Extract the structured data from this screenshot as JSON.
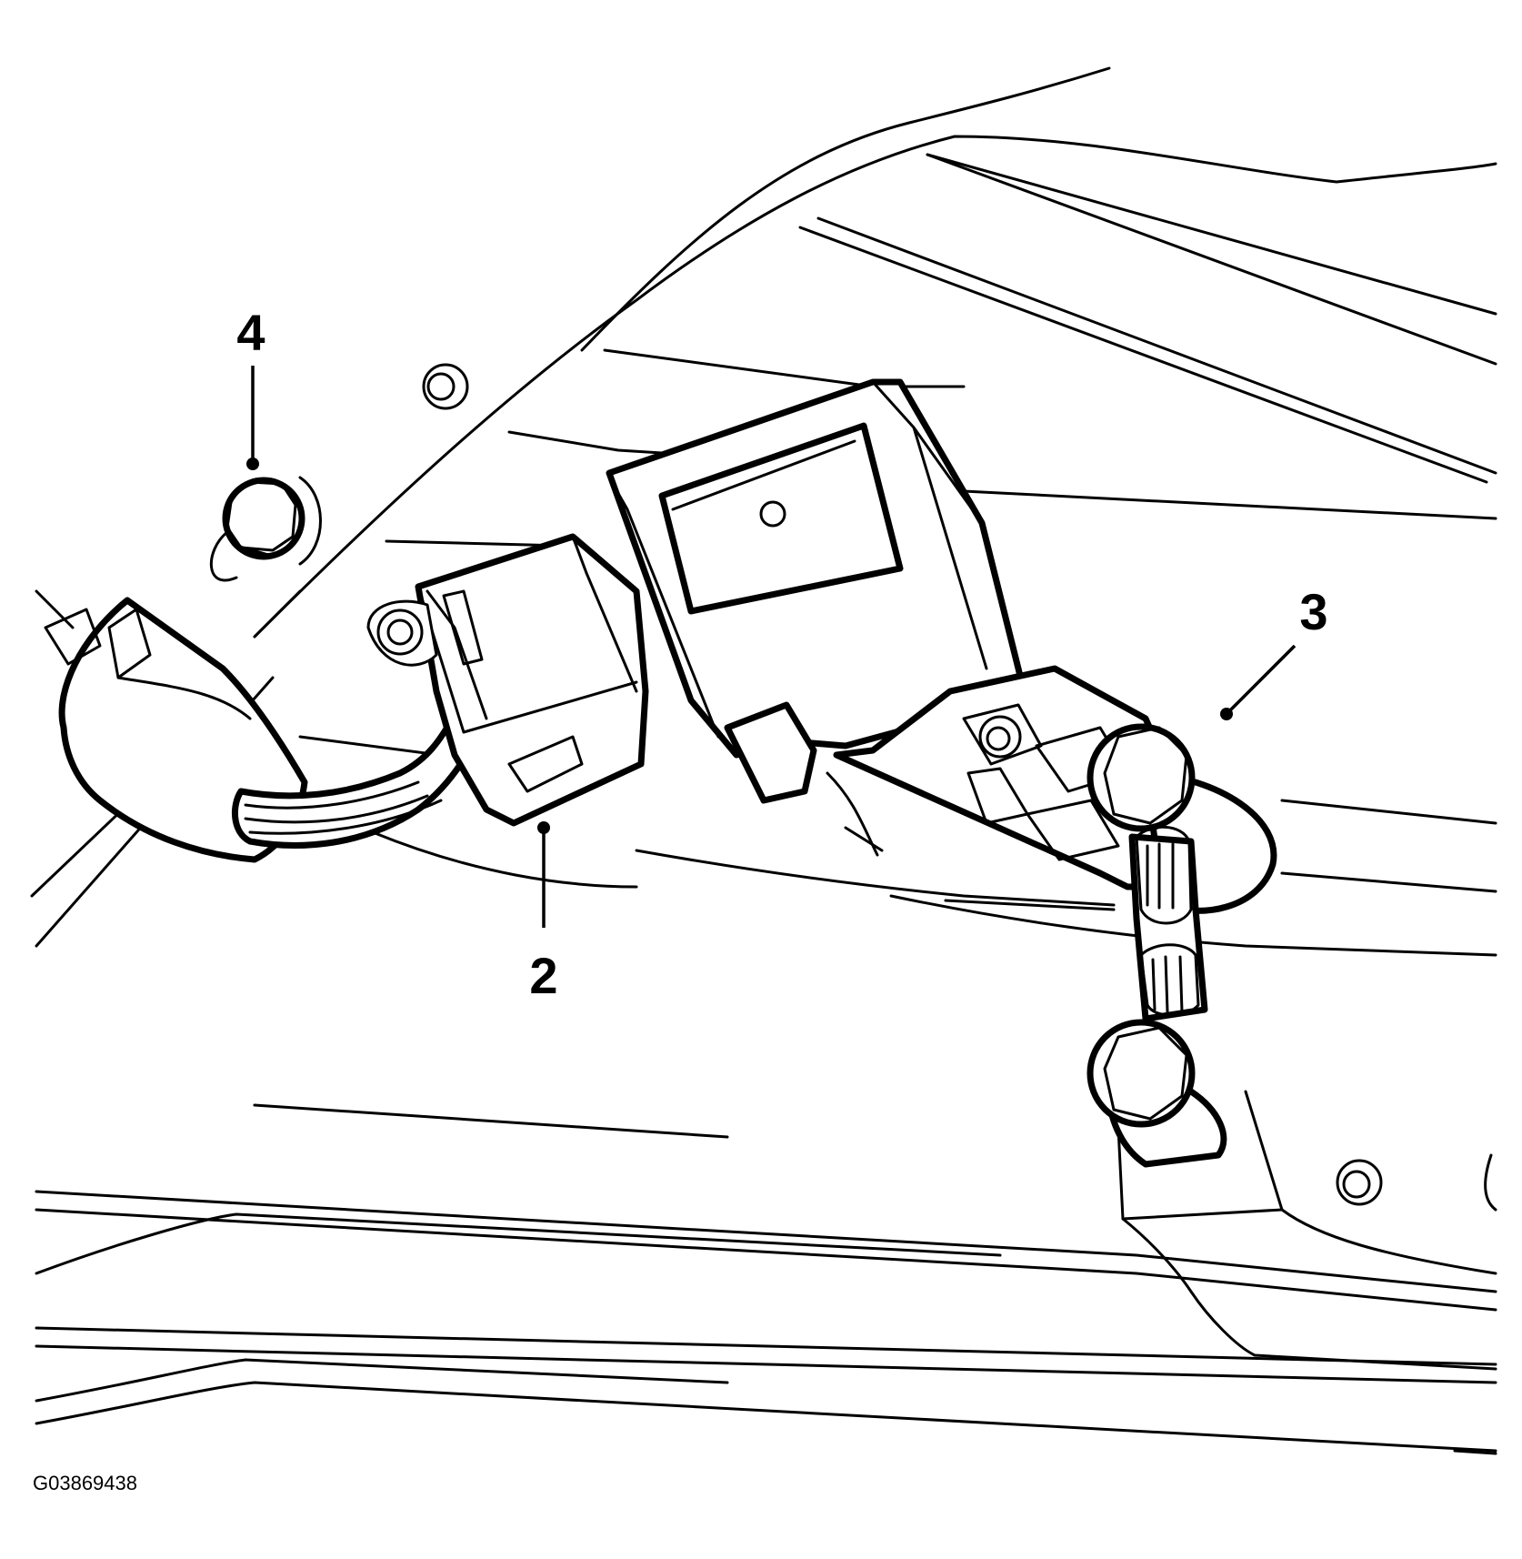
{
  "figure_id": "G03869438",
  "callouts": [
    {
      "id": "4",
      "label": "4"
    },
    {
      "id": "2",
      "label": "2"
    },
    {
      "id": "3",
      "label": "3"
    }
  ]
}
